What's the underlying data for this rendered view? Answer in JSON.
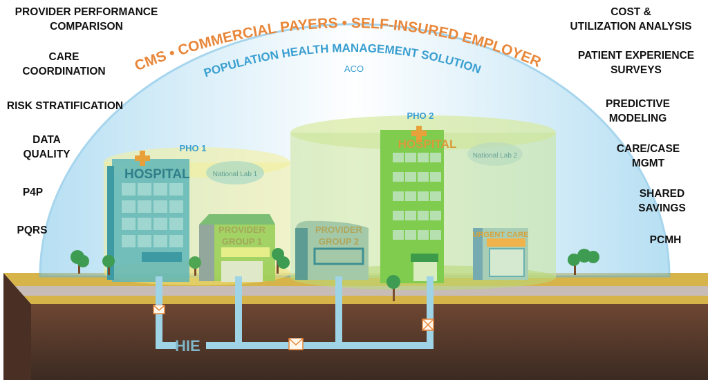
{
  "colors": {
    "orange": "#e8873a",
    "blue": "#3a9fd0",
    "dome": "#bfe3f4",
    "ground": "#6b4630",
    "hie": "#9fd3e6"
  },
  "arc_top": "CMS • COMMERCIAL PAYERS • SELF-INSURED EMPLOYERS",
  "arc_solution": "POPULATION HEALTH MANAGEMENT SOLUTION",
  "aco": "ACO",
  "left_labels": [
    "PROVIDER PERFORMANCE\nCOMPARISON",
    "CARE\nCOORDINATION",
    "RISK STRATIFICATION",
    "DATA\nQUALITY",
    "P4P",
    "PQRS"
  ],
  "right_labels": [
    "COST &\nUTILIZATION ANALYSIS",
    "PATIENT EXPERIENCE\nSURVEYS",
    "PREDICTIVE\nMODELING",
    "CARE/CASE\nMGMT",
    "SHARED\nSAVINGS",
    "PCMH"
  ],
  "pho1": {
    "label": "PHO 1",
    "hospital": "HOSPITAL",
    "lab": "National Lab 1",
    "provider_line1": "PROVIDER",
    "provider_line2": "GROUP 1"
  },
  "pho2": {
    "label": "PHO 2",
    "hospital": "HOSPITAL",
    "lab": "National Lab 2",
    "provider_line1": "PROVIDER",
    "provider_line2": "GROUP 2",
    "urgent": "URGENT CARE"
  },
  "hie": "HIE"
}
